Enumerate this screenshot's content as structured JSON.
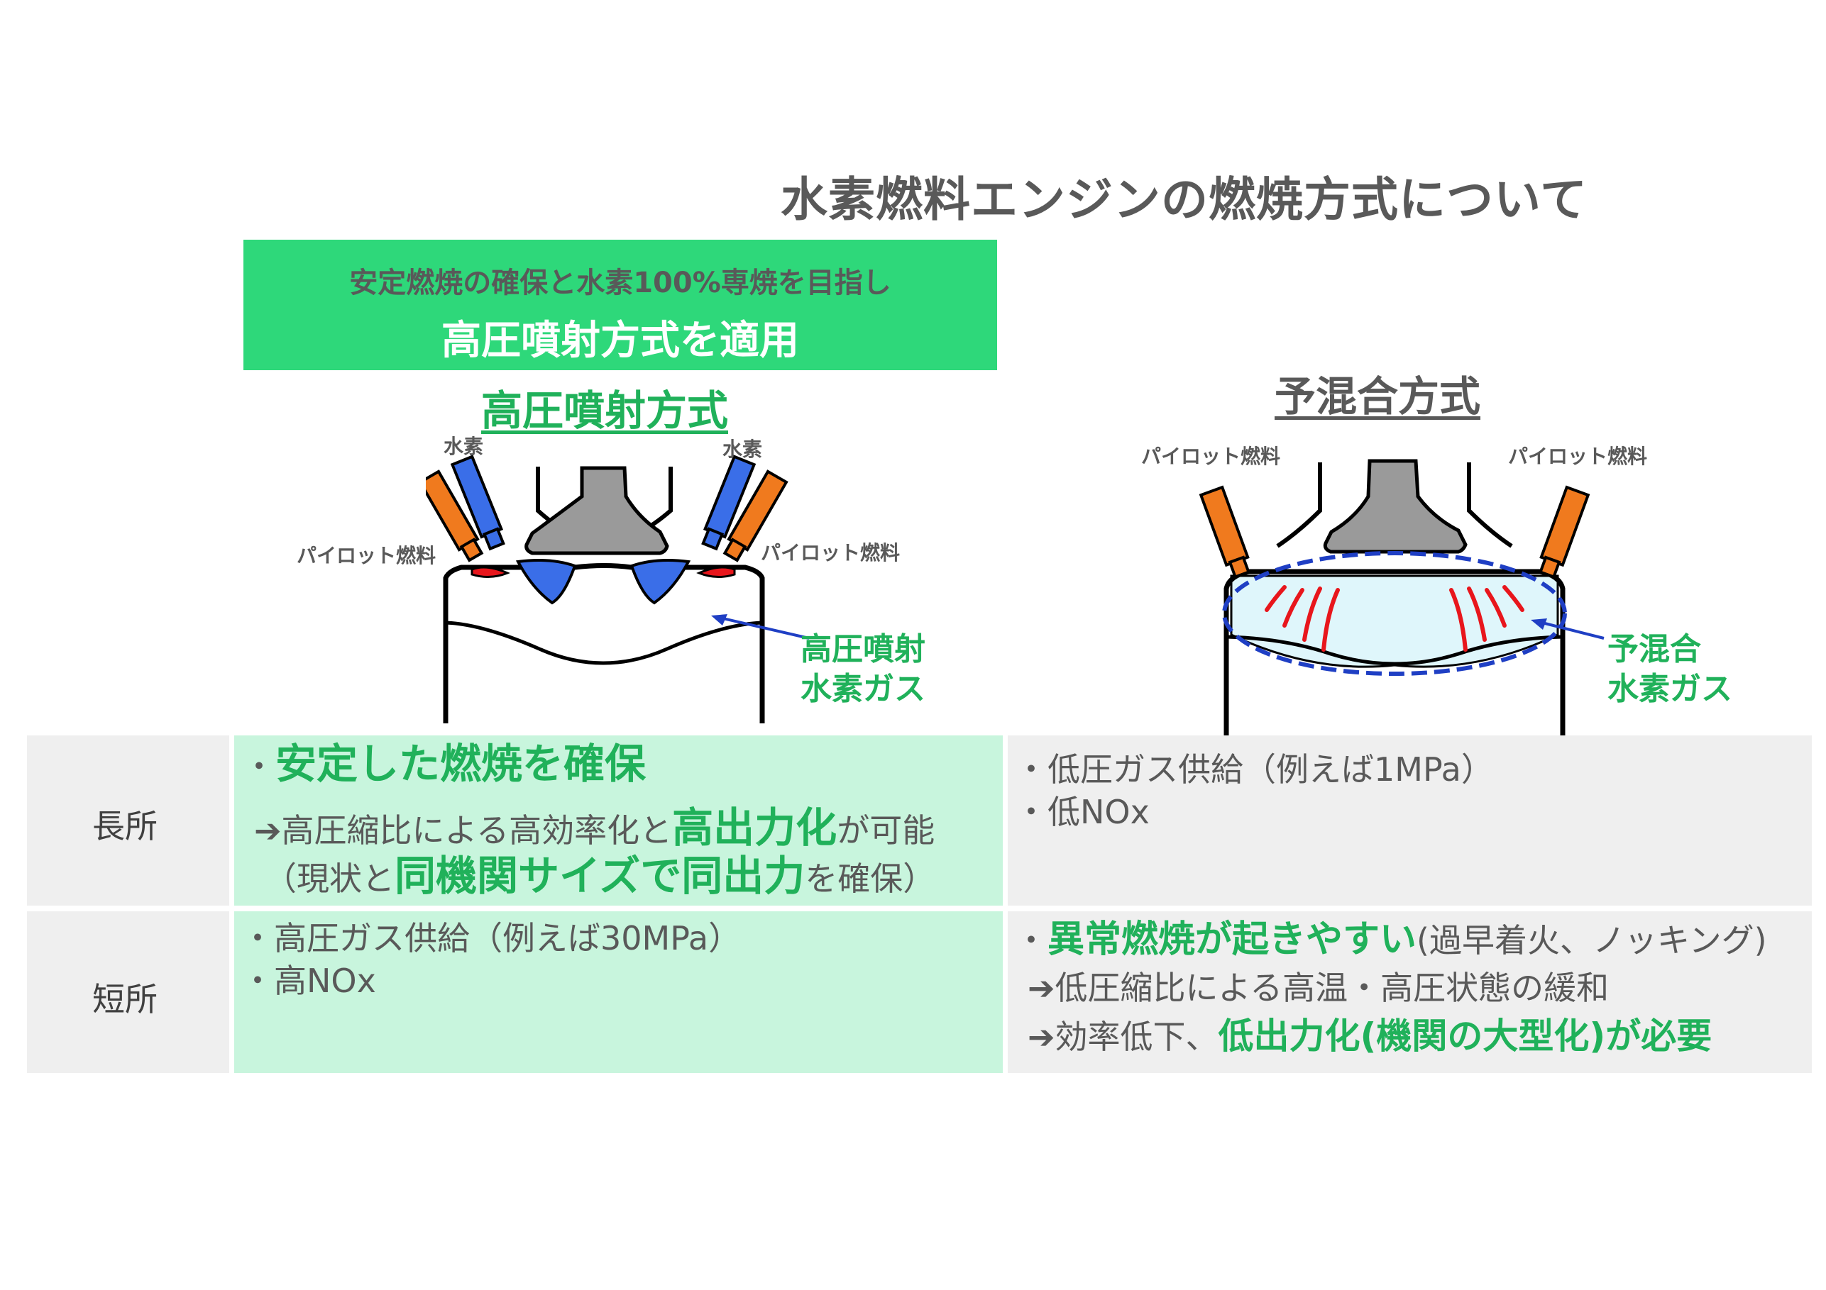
{
  "title": "水素燃料エンジンの燃焼方式について",
  "banner": {
    "subtitle": "安定燃焼の確保と水素100%専焼を目指し",
    "main": "高圧噴射方式を適用"
  },
  "left": {
    "heading": "高圧噴射方式",
    "label_h2_left": "水素",
    "label_h2_right": "水素",
    "label_pilot_left": "パイロット燃料",
    "label_pilot_right": "パイロット燃料",
    "gas_label": [
      "高圧噴射",
      "水素ガス"
    ]
  },
  "right": {
    "heading": "予混合方式",
    "label_pilot_left": "パイロット燃料",
    "label_pilot_right": "パイロット燃料",
    "gas_label": [
      "予混合",
      "水素ガス"
    ]
  },
  "table": {
    "row1_label": "長所",
    "row2_label": "短所",
    "adv_left": {
      "bullet": "・",
      "headline": "安定した燃焼を確保",
      "line2_arrow": "➔",
      "line2_a": "高圧縮比による高効率化と",
      "line2_b": "高出力化",
      "line2_c": "が可能",
      "line3_a": "（現状と",
      "line3_b": "同機関サイズで同出力",
      "line3_c": "を確保）"
    },
    "adv_right": {
      "line1": "・低圧ガス供給（例えば1MPa）",
      "line2": "・低NOx"
    },
    "dis_left": {
      "line1": "・高圧ガス供給（例えば30MPa）",
      "line2": "・高NOx"
    },
    "dis_right": {
      "line1_bullet": "・",
      "line1_bold": "異常燃焼が起きやすい",
      "line1_rest": "(過早着火、ノッキング)",
      "line2": "➔低圧縮比による高温・高圧状態の緩和",
      "line3_a": "➔効率低下、",
      "line3_b": "低出力化(機関の大型化)が必要"
    }
  },
  "colors": {
    "banner": "#2ed87a",
    "accent_green": "#20b15a",
    "cell_green": "#c8f5dd",
    "cell_gray": "#efefef",
    "injector_orange": "#f07a1e",
    "injector_blue": "#3a6ee8",
    "flame_red": "#e8161c",
    "premix_fill": "#dff6fb",
    "premix_outline": "#1f3fc4"
  }
}
